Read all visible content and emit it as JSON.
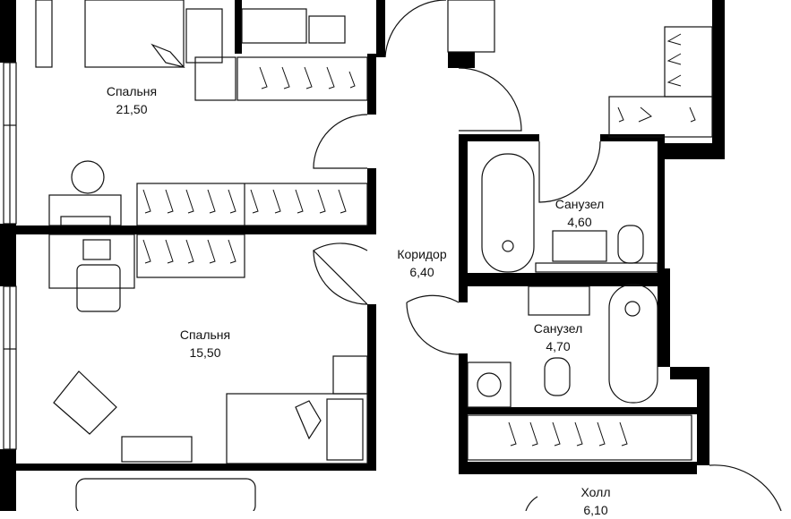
{
  "rooms": [
    {
      "id": "bedroom-1",
      "name": "Спальня",
      "area": "21,50"
    },
    {
      "id": "bedroom-2",
      "name": "Спальня",
      "area": "15,50"
    },
    {
      "id": "corridor",
      "name": "Коридор",
      "area": "6,40"
    },
    {
      "id": "bathroom-1",
      "name": "Санузел",
      "area": "4,60"
    },
    {
      "id": "bathroom-2",
      "name": "Санузел",
      "area": "4,70"
    },
    {
      "id": "hall",
      "name": "Холл",
      "area": "6,10"
    }
  ],
  "colors": {
    "wall": "#000000",
    "furniture_stroke": "#111111",
    "background": "#ffffff"
  }
}
